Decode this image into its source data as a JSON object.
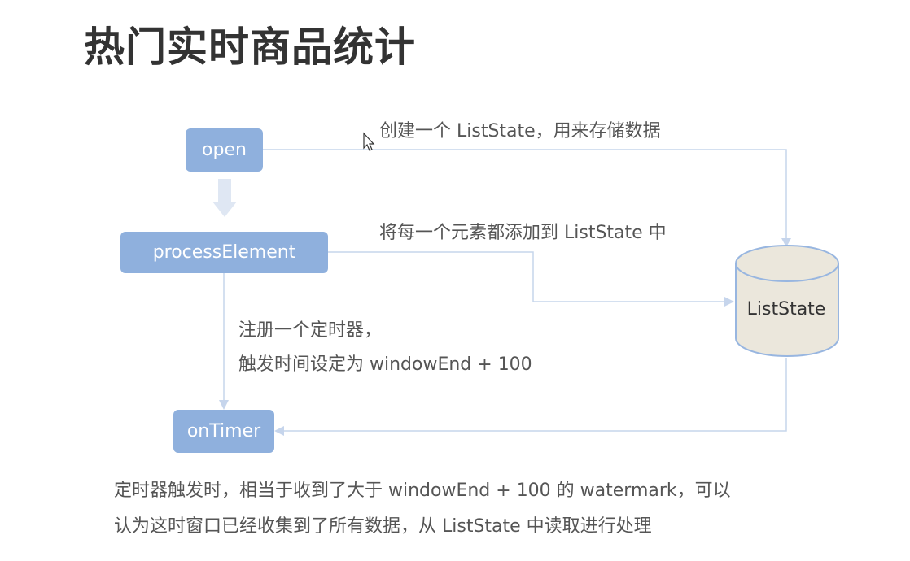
{
  "title": "热门实时商品统计",
  "nodes": {
    "open": "open",
    "process_element": "processElement",
    "on_timer": "onTimer",
    "list_state": "ListState"
  },
  "labels": {
    "open_edge": "创建一个 ListState，用来存储数据",
    "process_edge": "将每一个元素都添加到 ListState 中",
    "timer_edge_line1": "注册一个定时器，",
    "timer_edge_line2": "触发时间设定为 windowEnd + 100"
  },
  "caption": {
    "line1": "定时器触发时，相当于收到了大于 windowEnd + 100 的 watermark，可以",
    "line2": "认为这时窗口已经收集到了所有数据，从 ListState 中读取进行处理"
  },
  "colors": {
    "node_fill": "#8fb0dd",
    "connector": "#c6d5ec",
    "db_fill": "#ebe7dc",
    "db_stroke": "#98b6e0",
    "down_arrow": "#dfe7f3"
  },
  "icons": {
    "cursor": "mouse-pointer-icon"
  }
}
